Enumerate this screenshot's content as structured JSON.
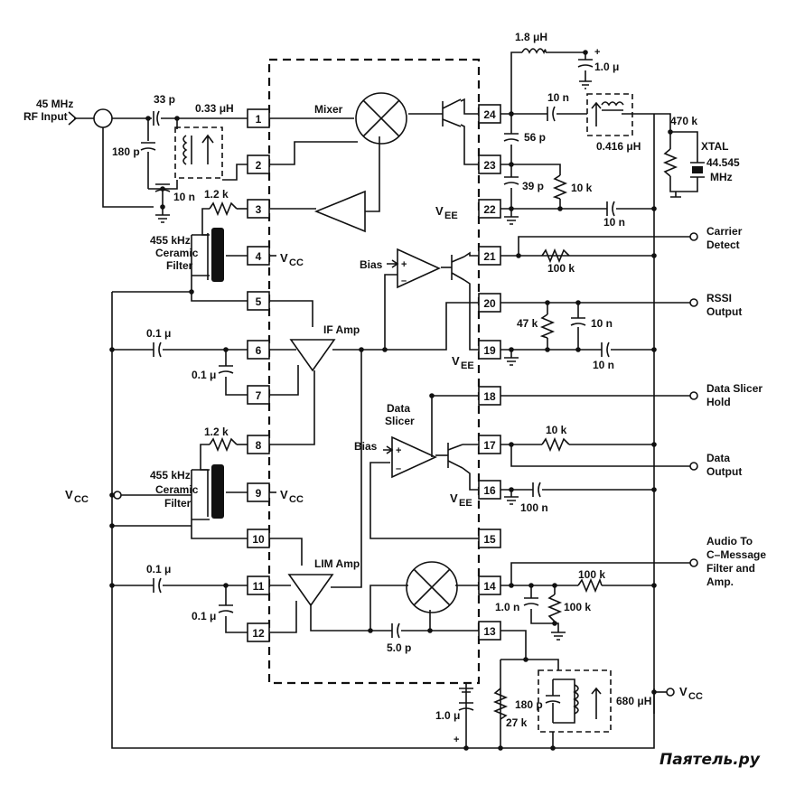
{
  "pins": [
    "1",
    "2",
    "3",
    "4",
    "5",
    "6",
    "7",
    "8",
    "9",
    "10",
    "11",
    "12",
    "13",
    "14",
    "15",
    "16",
    "17",
    "18",
    "19",
    "20",
    "21",
    "22",
    "23",
    "24"
  ],
  "blocks": {
    "mixer": "Mixer",
    "if_amp": "IF Amp",
    "lim_amp": "LIM Amp",
    "bias_top": "Bias",
    "bias_bottom": "Bias",
    "data_slicer_1": "Data",
    "data_slicer_2": "Slicer"
  },
  "inputs": {
    "rf_freq": "45 MHz",
    "rf_input": "RF Input"
  },
  "components": {
    "c_33p": "33 p",
    "l_033u": "0.33 μH",
    "c_180p_in": "180 p",
    "c_10n_in": "10 n",
    "r_1k2_a": "1.2 k",
    "filter_a_1": "455 kHz",
    "filter_a_2": "Ceramic",
    "filter_a_3": "Filter",
    "c_01u_6": "0.1 μ",
    "c_01u_7": "0.1 μ",
    "r_1k2_b": "1.2 k",
    "filter_b_1": "455 kHz",
    "filter_b_2": "Ceramic",
    "filter_b_3": "Filter",
    "c_01u_11": "0.1 μ",
    "c_01u_12": "0.1 μ",
    "c_5p": "5.0 p",
    "l_1u8": "1.8 μH",
    "c_1u_top": "1.0 μ",
    "c_10n_24": "10 n",
    "l_0416u": "0.416 μH",
    "r_470k": "470 k",
    "xtal": "XTAL",
    "xtal_freq_1": "44.545",
    "xtal_freq_2": "MHz",
    "c_56p": "56 p",
    "c_39p": "39 p",
    "r_10k_23": "10 k",
    "c_10n_22": "10 n",
    "r_100k_21": "100 k",
    "r_47k": "47 k",
    "c_10n_20": "10 n",
    "c_10n_19": "10 n",
    "r_10k_17": "10 k",
    "c_100n_16": "100 n",
    "r_100k_14": "100 k",
    "c_1n_14": "1.0 n",
    "r_100k_14b": "100 k",
    "c_1u_bottom": "1.0 μ",
    "r_27k": "27 k",
    "c_180p_13": "180 p",
    "l_680u": "680 μH"
  },
  "rails": {
    "vcc": "V",
    "vcc_sub": "CC",
    "vee": "V",
    "vee_sub": "EE"
  },
  "outputs": {
    "carrier_1": "Carrier",
    "carrier_2": "Detect",
    "rssi_1": "RSSI",
    "rssi_2": "Output",
    "hold_1": "Data Slicer",
    "hold_2": "Hold",
    "data_1": "Data",
    "data_2": "Output",
    "audio_1": "Audio To",
    "audio_2": "C–Message",
    "audio_3": "Filter and",
    "audio_4": "Amp."
  },
  "plus_sign": "+",
  "minus_sign": "–",
  "watermark": "Паятель.ру"
}
